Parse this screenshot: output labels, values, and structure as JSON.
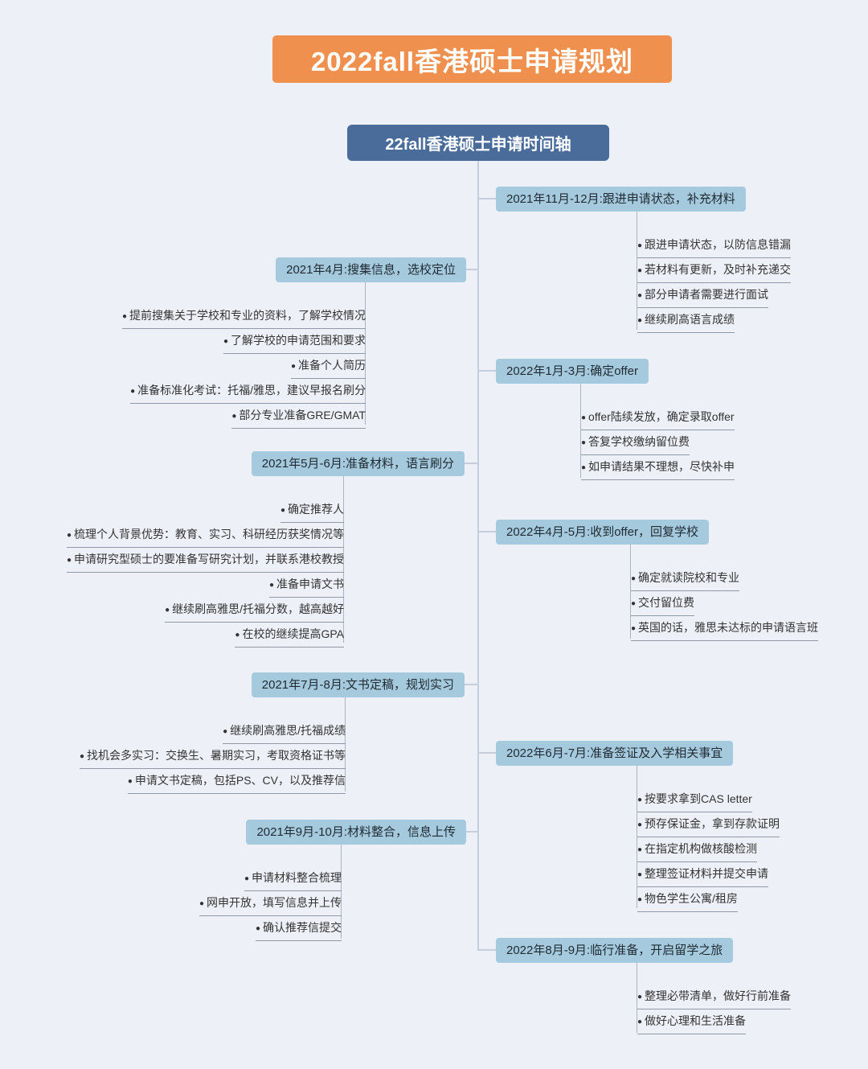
{
  "title": "2022fall香港硕士申请规划",
  "root": "22fall香港硕士申请时间轴",
  "bullet": "●",
  "colors": {
    "banner_orange": "#f0904e",
    "root_blue": "#4a6c9b",
    "node_blue": "#a6cadd",
    "background": "#edf1f7"
  },
  "branches": [
    {
      "side": "left",
      "label": "2021年4月:搜集信息，选校定位",
      "items": [
        "提前搜集关于学校和专业的资料，了解学校情况",
        "了解学校的申请范围和要求",
        "准备个人简历",
        "准备标准化考试：托福/雅思，建议早报名刷分",
        "部分专业准备GRE/GMAT"
      ]
    },
    {
      "side": "left",
      "label": "2021年5月-6月:准备材料，语言刷分",
      "items": [
        "确定推荐人",
        "梳理个人背景优势：教育、实习、科研经历获奖情况等",
        "申请研究型硕士的要准备写研究计划，并联系港校教授",
        "准备申请文书",
        "继续刷高雅思/托福分数，越高越好",
        "在校的继续提高GPA"
      ]
    },
    {
      "side": "left",
      "label": "2021年7月-8月:文书定稿，规划实习",
      "items": [
        "继续刷高雅思/托福成绩",
        "找机会多实习：交换生、暑期实习，考取资格证书等",
        "申请文书定稿，包括PS、CV，以及推荐信"
      ]
    },
    {
      "side": "left",
      "label": "2021年9月-10月:材料整合，信息上传",
      "items": [
        "申请材料整合梳理",
        "网申开放，填写信息并上传",
        "确认推荐信提交"
      ]
    },
    {
      "side": "right",
      "label": "2021年11月-12月:跟进申请状态，补充材料",
      "items": [
        "跟进申请状态，以防信息错漏",
        "若材料有更新，及时补充递交",
        "部分申请者需要进行面试",
        "继续刷高语言成绩"
      ]
    },
    {
      "side": "right",
      "label": "2022年1月-3月:确定offer",
      "items": [
        "offer陆续发放，确定录取offer",
        "答复学校缴纳留位费",
        "如申请结果不理想，尽快补申"
      ]
    },
    {
      "side": "right",
      "label": "2022年4月-5月:收到offer，回复学校",
      "items": [
        "确定就读院校和专业",
        "交付留位费",
        "英国的话，雅思未达标的申请语言班"
      ]
    },
    {
      "side": "right",
      "label": "2022年6月-7月:准备签证及入学相关事宜",
      "items": [
        "按要求拿到CAS letter",
        "预存保证金，拿到存款证明",
        "在指定机构做核酸检测",
        "整理签证材料并提交申请",
        "物色学生公寓/租房"
      ]
    },
    {
      "side": "right",
      "label": "2022年8月-9月:临行准备，开启留学之旅",
      "items": [
        "整理必带清单，做好行前准备",
        "做好心理和生活准备"
      ]
    }
  ]
}
